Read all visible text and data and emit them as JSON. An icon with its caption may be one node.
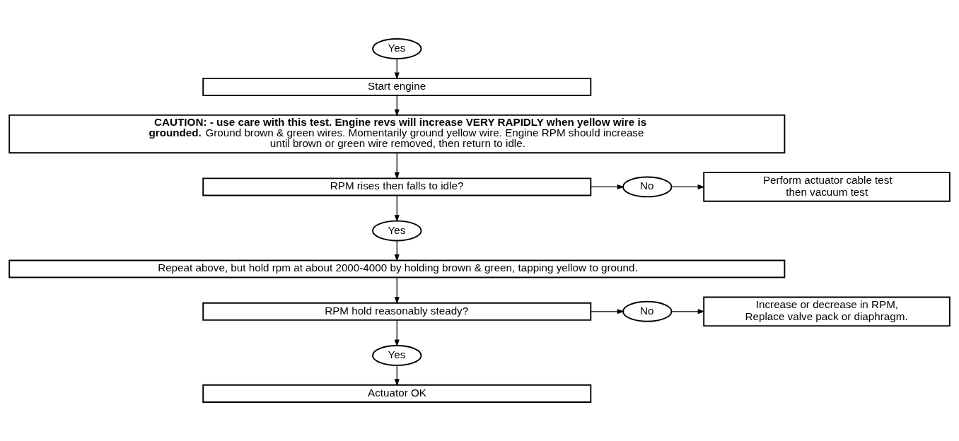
{
  "diagram": {
    "nodes": [
      {
        "text": [
          "Yes"
        ]
      },
      {
        "text": [
          "Start engine"
        ]
      },
      {
        "text": [
          "**CAUTION: - use care with this test.  Engine revs will increase VERY RAPIDLY when yellow wire is grounded.**  Ground brown & green wires.  Momentarily ground yellow wire.  Engine RPM should increase until brown or green wire removed, then return to idle."
        ]
      },
      {
        "text": [
          "RPM rises then falls to idle?"
        ]
      },
      {
        "text": [
          "No"
        ]
      },
      {
        "text": [
          "Perform actuator cable test then vacuum test"
        ]
      },
      {
        "text": [
          "Yes"
        ]
      },
      {
        "text": [
          "Repeat above, but hold rpm at about 2000-4000 by holding brown & green, tapping yellow to ground."
        ]
      },
      {
        "text": [
          "RPM hold reasonably steady?"
        ]
      },
      {
        "text": [
          "No"
        ]
      },
      {
        "text": [
          "Increase or decrease in RPM, Replace valve pack or diaphragm."
        ]
      },
      {
        "text": [
          "Yes"
        ]
      },
      {
        "text": [
          "Actuator OK"
        ]
      }
    ],
    "edges": [
      {
        "from": 0,
        "to": 1,
        "arrow": "to"
      },
      {
        "from": 1,
        "to": 2,
        "arrow": "to"
      },
      {
        "from": 2,
        "to": 3,
        "arrow": "to"
      },
      {
        "from": 3,
        "to": 4,
        "arrow": "to"
      },
      {
        "from": 4,
        "to": 5,
        "arrow": "to"
      },
      {
        "from": 3,
        "to": 6,
        "arrow": "to"
      },
      {
        "from": 6,
        "to": 7,
        "arrow": "to"
      },
      {
        "from": 7,
        "to": 8,
        "arrow": "to"
      },
      {
        "from": 8,
        "to": 9,
        "arrow": "to"
      },
      {
        "from": 9,
        "to": 10,
        "arrow": "to"
      },
      {
        "from": 8,
        "to": 11,
        "arrow": "to"
      },
      {
        "from": 11,
        "to": 12,
        "arrow": "to"
      }
    ]
  }
}
